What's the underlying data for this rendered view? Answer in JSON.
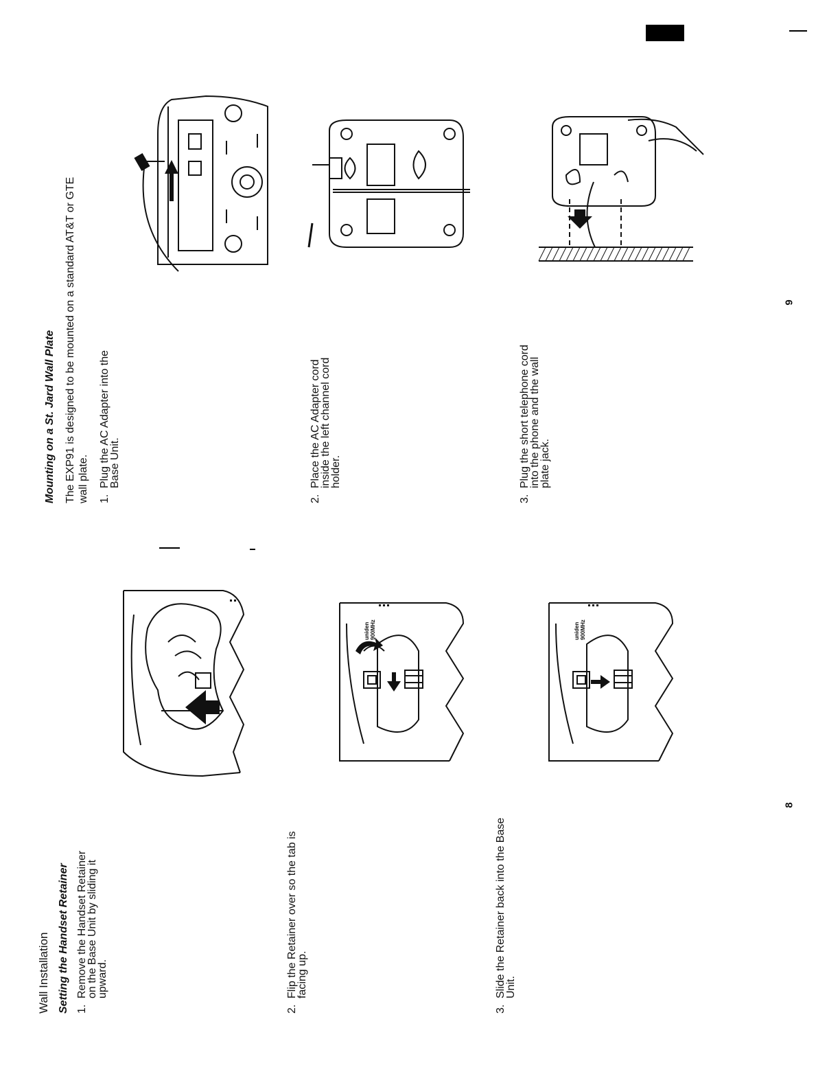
{
  "left_page": {
    "heading": "Wall Installation",
    "subheading": "Setting the Handset Retainer",
    "steps": [
      {
        "num": "1.",
        "text": "Remove the Handset Retainer on the Base Unit by sliding it upward."
      },
      {
        "num": "2.",
        "text": "Flip the Retainer over so the tab is facing up."
      },
      {
        "num": "3.",
        "text": "Slide the Retainer back into the Base Unit."
      }
    ],
    "page_number": "8"
  },
  "right_page": {
    "subheading": "Mounting on a St.  Jard Wall Plate",
    "intro_line1": "The EXP91 is designed to be mounted on a standard AT&T or GTE",
    "intro_line2": "wall plate.",
    "steps": [
      {
        "num": "1.",
        "text": "Plug the AC Adapter into the Base Unit."
      },
      {
        "num": "2.",
        "text": "Place the AC Adapter cord inside the left channel cord holder."
      },
      {
        "num": "3.",
        "text": "Plug the short telephone cord into the phone and the wall plate jack."
      }
    ],
    "page_number": "9"
  },
  "illustrations": {
    "brand_label": "uniden 900MHz"
  }
}
